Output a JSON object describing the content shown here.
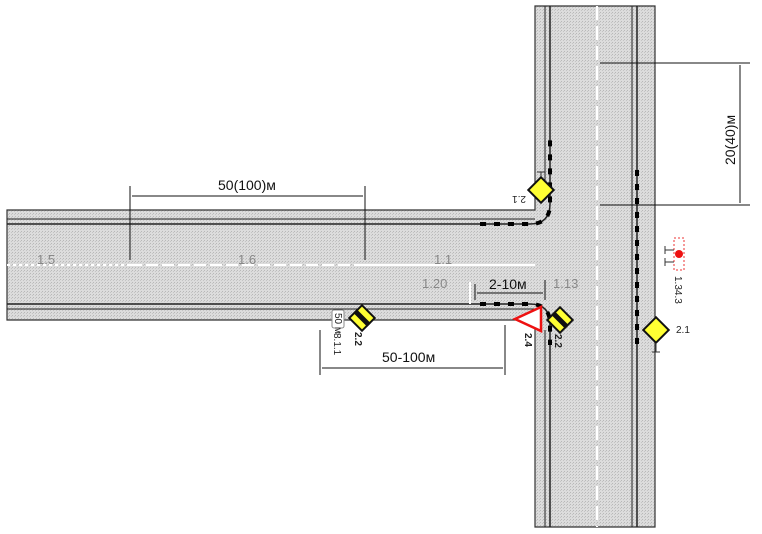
{
  "diagram": {
    "markings": {
      "m1_5": "1.5",
      "m1_6": "1.6",
      "m1_1": "1.1",
      "m1_20": "1.20",
      "m1_13": "1.13"
    },
    "dimensions": {
      "main_length": "50(100)м",
      "vertical_length": "20(40)м",
      "stop_gap": "2-10м",
      "sign_distance": "50-100м"
    },
    "signs": {
      "main_road_top": "2.1",
      "main_road_right": "2.1",
      "give_way_left": "2.2",
      "give_way_right": "2.2",
      "give_way_triangle": "2.4",
      "chevron": "1.34.3",
      "plaque_code": "8.1.1",
      "plaque_text": "50 м"
    },
    "colors": {
      "road": "#d4d4d4",
      "sign_yellow": "#ffff33",
      "sign_red": "#ee1111"
    }
  }
}
